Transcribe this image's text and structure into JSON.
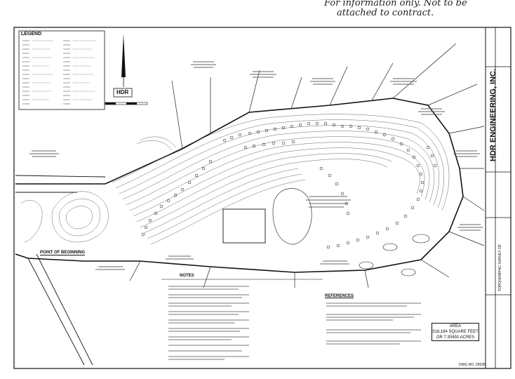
{
  "handwritten_note": {
    "line1": "For information only. Not to be",
    "line2": "attached to contract."
  },
  "legend": {
    "title": "LEGEND"
  },
  "north_logo": "HDR",
  "title_block": {
    "firm": "HDR ENGINEERING, INC.",
    "vertical_text": "TOPOGRAPHIC SURVEY OF"
  },
  "point_of_beginning": "POINT OF BEGINNING",
  "notes_title": "NOTES",
  "references_title": "REFERENCES",
  "area": {
    "label": "AREA",
    "sq_ft": "318,184 SQUARE FEET",
    "acres": "OR 7.30450 ACRES"
  },
  "drawing_no": "DWG NO. 29035"
}
